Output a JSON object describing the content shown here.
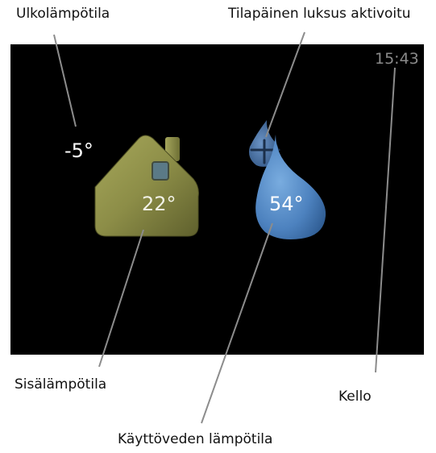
{
  "callouts": {
    "outdoor": "Ulkolämpötila",
    "temporary_lux": "Tilapäinen luksus aktivoitu",
    "indoor": "Sisälämpötila",
    "clock": "Kello",
    "hot_water": "Käyttöveden lämpötila"
  },
  "display": {
    "outdoor_temp": "-5°",
    "indoor_temp": "22°",
    "hot_water_temp": "54°",
    "clock": "15:43"
  },
  "icons": {
    "house": "house-icon",
    "water_drop": "water-drop-icon",
    "small_drop": "small-drop-lux-icon"
  },
  "colors": {
    "screen": "#000000",
    "house": "#8d8f4a",
    "drop": "#4f84c0",
    "clock": "#8a8a8a",
    "leader_line": "#8c8c8c"
  }
}
